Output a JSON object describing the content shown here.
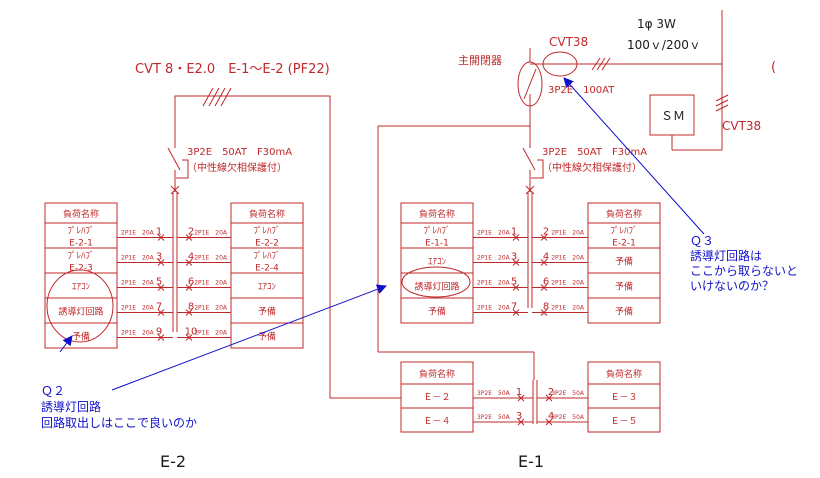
{
  "feeder_label": "CVT 8・E2.0　E-1〜E-2 (PF22)",
  "e2": {
    "breaker_rating": "3P2E　50AT　F30mA",
    "breaker_note": "（中性線欠相保護付）",
    "left_header": "負荷名称",
    "right_header": "負荷名称",
    "left_loads": [
      [
        "ﾌﾟﾚﾊﾌﾞ",
        "E-2-1"
      ],
      [
        "ﾌﾟﾚﾊﾌﾞ",
        "E-2-3"
      ],
      [
        "ｴｱｺﾝ",
        ""
      ],
      [
        "誘導灯回路",
        ""
      ],
      [
        "予備",
        ""
      ]
    ],
    "right_loads": [
      [
        "ﾌﾟﾚﾊﾌﾞ",
        "E-2-2"
      ],
      [
        "ﾌﾟﾚﾊﾌﾞ",
        "E-2-4"
      ],
      [
        "ｴｱｺﾝ",
        ""
      ],
      [
        "予備",
        ""
      ],
      [
        "予備",
        ""
      ]
    ],
    "left_nums": [
      "1",
      "3",
      "5",
      "7",
      "9"
    ],
    "right_nums": [
      "2",
      "4",
      "6",
      "8",
      "10"
    ],
    "branch_spec": "2P1E　20A",
    "title": "E-2"
  },
  "e1": {
    "main_switch_label": "主開閉器",
    "main_switch_rating": "3P2E　100AT",
    "cable_label": "CVT38",
    "supply": "1φ 3W",
    "voltage": "100ｖ/200ｖ",
    "sm_label": "ＳＭ",
    "cable_label2": "CVT38",
    "paren": "(",
    "breaker_rating": "3P2E　50AT　F30mA",
    "breaker_note": "（中性線欠相保護付）",
    "left_header": "負荷名称",
    "right_header": "負荷名称",
    "left_loads": [
      [
        "ﾌﾟﾚﾊﾌﾞ",
        "E-1-1"
      ],
      [
        "ｴｱｺﾝ",
        ""
      ],
      [
        "誘導灯回路",
        ""
      ],
      [
        "予備",
        ""
      ]
    ],
    "right_loads": [
      [
        "ﾌﾟﾚﾊﾌﾞ",
        "E-2-1"
      ],
      [
        "予備",
        ""
      ],
      [
        "予備",
        ""
      ],
      [
        "予備",
        ""
      ]
    ],
    "left_nums": [
      "1",
      "3",
      "5",
      "7"
    ],
    "right_nums": [
      "2",
      "4",
      "6",
      "8"
    ],
    "branch_spec": "2P1E　20A",
    "sub_header_left": "負荷名称",
    "sub_header_right": "負荷名称",
    "sub_left": [
      "Ｅ－２",
      "Ｅ－４"
    ],
    "sub_right": [
      "Ｅ－３",
      "Ｅ－５"
    ],
    "sub_left_nums": [
      "1",
      "3"
    ],
    "sub_right_nums": [
      "2",
      "4"
    ],
    "sub_spec": "3P2E　50A",
    "title": "E-1"
  },
  "q2": {
    "no": "Ｑ２",
    "line1": "誘導灯回路",
    "line2": "回路取出しはここで良いのか"
  },
  "q3": {
    "no": "Ｑ３",
    "line1": "誘導灯回路は",
    "line2": "ここから取らないと",
    "line3": "いけないのか？"
  }
}
